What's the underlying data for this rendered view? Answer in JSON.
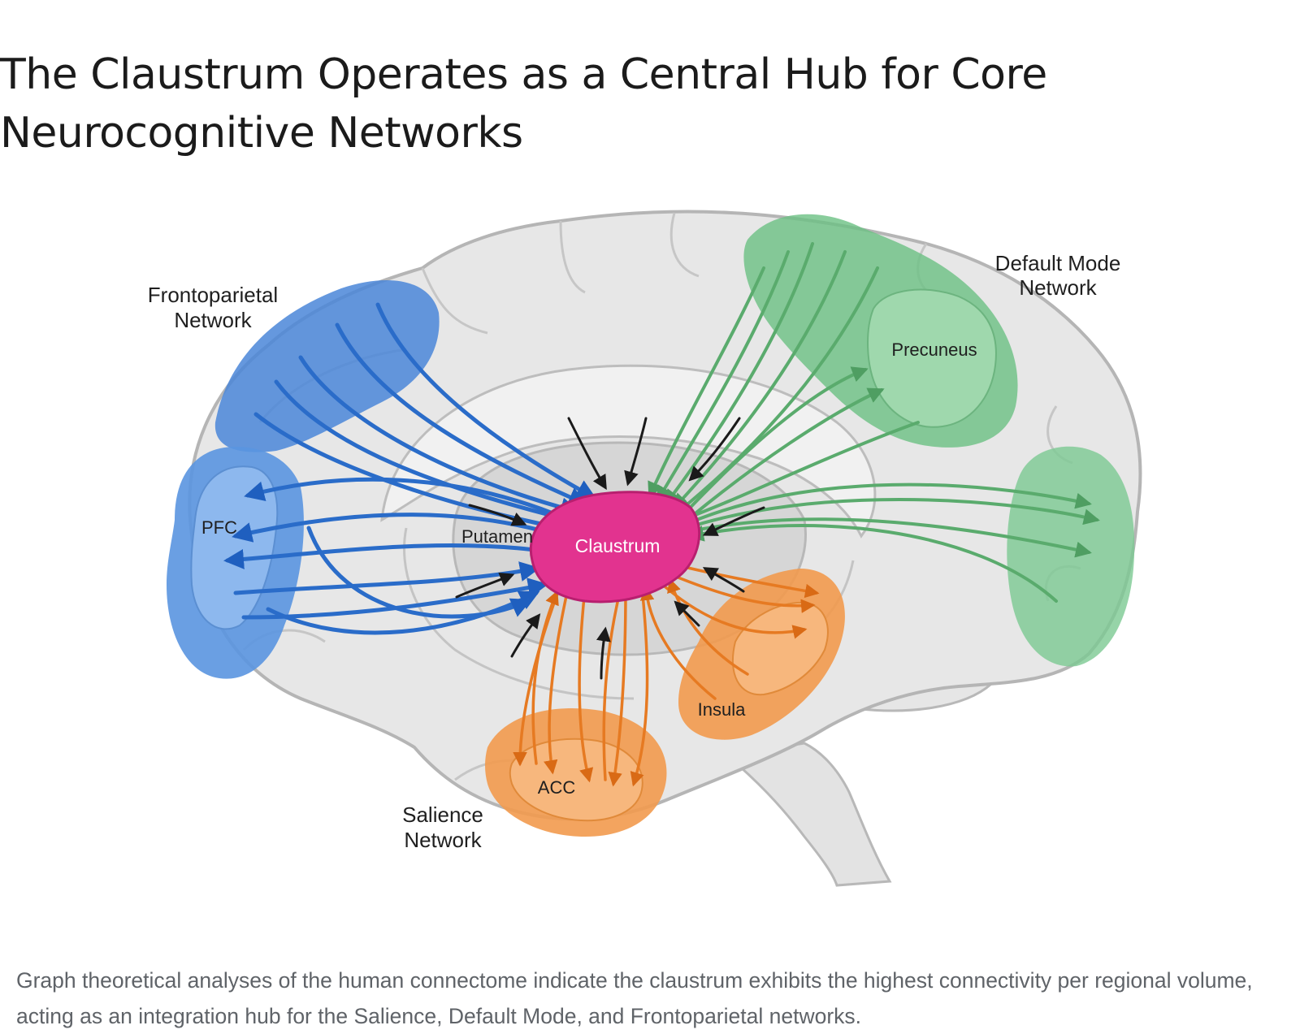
{
  "title": "The Claustrum Operates as a Central Hub for Core Neurocognitive Networks",
  "diagram": {
    "labels": {
      "frontoparietal_line1": "Frontoparietal",
      "frontoparietal_line2": "Network",
      "default_mode_line1": "Default Mode",
      "default_mode_line2": "Network",
      "salience_line1": "Salience",
      "salience_line2": "Network",
      "pfc": "PFC",
      "putamen": "Putamen",
      "claustrum": "Claustrum",
      "precuneus": "Precuneus",
      "insula": "Insula",
      "acc": "ACC"
    },
    "colors": {
      "frontoparietal": "#3b7bd6",
      "default_mode": "#5fb877",
      "salience": "#f08a35",
      "claustrum": "#e0338f",
      "brain": "#e6e6e6"
    }
  },
  "caption": "Graph theoretical analyses of the human connectome indicate the claustrum exhibits the highest connectivity per regional volume, acting as an integration hub for the Salience, Default Mode, and Frontoparietal networks."
}
